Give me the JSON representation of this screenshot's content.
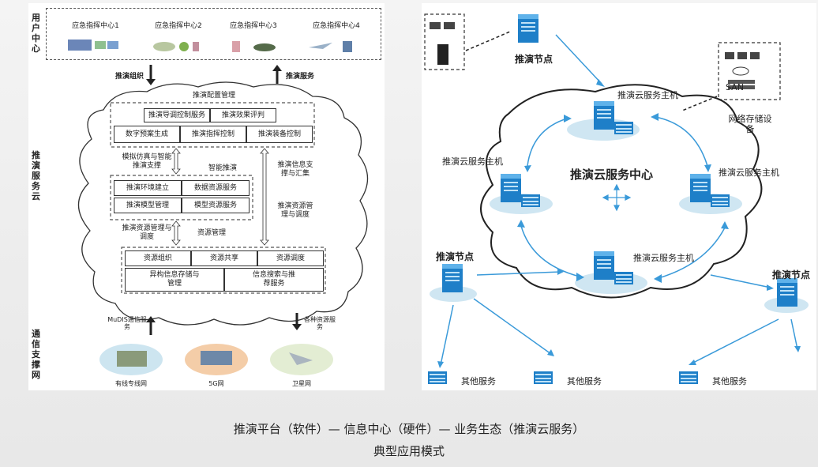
{
  "left": {
    "labels": {
      "user_center": "用户中心",
      "cloud": "推演服务云",
      "network": "通信支撑网"
    },
    "centers": [
      "应急指挥中心1",
      "应急指挥中心2",
      "应急指挥中心3",
      "应急指挥中心4"
    ],
    "arrow_org": "推演组织",
    "arrow_service": "推演服务",
    "config_mgmt": "推演配置管理",
    "row1": [
      "推演导调控制服务",
      "推演效果评判"
    ],
    "row2": [
      "数字预案生成",
      "推演指挥控制",
      "推演装备控制"
    ],
    "sim_support": "模拟仿真与智能推演支撑",
    "smart_deduction": "智能推演",
    "info_support": "推演信息支撑与汇集",
    "resource_ops": "推演资源管理与调度",
    "mid_row1": [
      "推演环境建立",
      "数据资源服务"
    ],
    "mid_row2": [
      "推演模型管理",
      "模型资源服务"
    ],
    "resource_mgmt_left": "推演资源管理与调度",
    "resource_mgmt": "资源管理",
    "bottom_row1": [
      "资源组织",
      "资源共享",
      "资源调度"
    ],
    "bottom_row2": [
      "异构信息存储与管理",
      "信息搜索与推荐服务"
    ],
    "mudis": "MuDIS通信服务",
    "various": "各种资源服务",
    "networks": [
      "有线专线网",
      "5G网",
      "卫星网"
    ]
  },
  "right": {
    "center": "推演云服务中心",
    "hosts": [
      "推演云服务主机",
      "推演云服务主机",
      "推演云服务主机",
      "推演云服务主机"
    ],
    "nodes": [
      "推演节点",
      "推演节点",
      "推演节点"
    ],
    "storage": "网络存储设备",
    "san": "SAN",
    "other": [
      "其他服务",
      "其他服务",
      "其他服务"
    ]
  },
  "caption": "推演平台（软件）— 信息中心（硬件）— 业务生态（推演云服务）",
  "subcaption": "典型应用模式",
  "colors": {
    "server": "#1e7fc8",
    "server_dark": "#125a94",
    "arrow": "#3a9ad9",
    "disc": "#cfe6f2",
    "cloud_stroke": "#333"
  }
}
